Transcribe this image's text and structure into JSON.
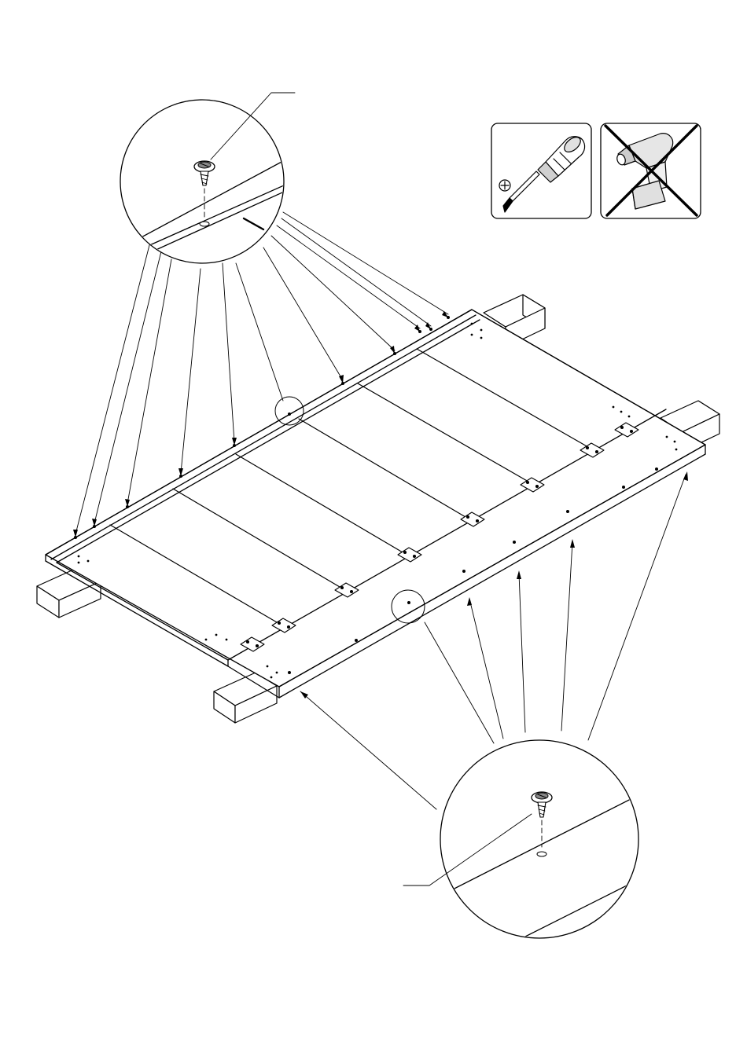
{
  "diagram": {
    "tools": {
      "allowed": "phillips-screwdriver-icon",
      "forbidden": "power-drill-icon"
    },
    "colors": {
      "stroke": "#000000",
      "background": "#ffffff",
      "tool_fill": "#d9d9d9"
    },
    "screws_in_top_row": 11,
    "screws_in_bottom_row": 7,
    "hinge_plates": 8,
    "leader_label_lines": 2
  }
}
